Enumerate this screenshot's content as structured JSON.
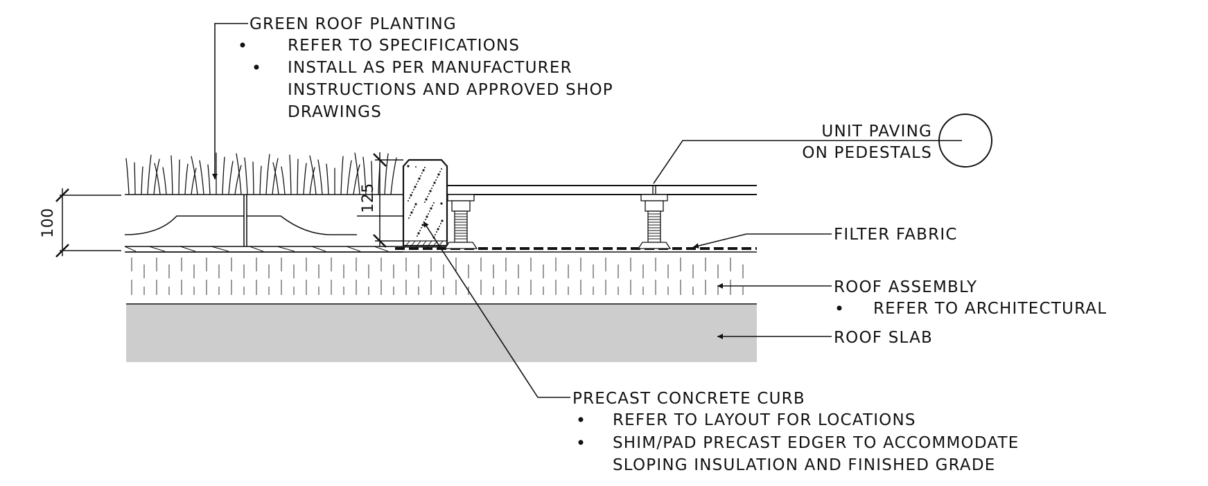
{
  "notes": {
    "green_roof": {
      "title": "GREEN ROOF PLANTING",
      "bullets": [
        "REFER TO SPECIFICATIONS",
        "INSTALL AS PER MANUFACTURER",
        "INSTRUCTIONS AND APPROVED SHOP",
        "DRAWINGS"
      ]
    },
    "unit_paving": {
      "line1": "UNIT PAVING",
      "line2": "ON PEDESTALS"
    },
    "filter_fabric": {
      "title": "FILTER FABRIC"
    },
    "roof_assembly": {
      "title": "ROOF ASSEMBLY",
      "bullets": [
        "REFER TO ARCHITECTURAL"
      ]
    },
    "roof_slab": {
      "title": "ROOF SLAB"
    },
    "precast_curb": {
      "title": "PRECAST CONCRETE CURB",
      "bullets": [
        "REFER TO LAYOUT FOR LOCATIONS",
        "SHIM/PAD PRECAST EDGER TO ACCOMMODATE",
        "SLOPING INSULATION AND FINISHED GRADE"
      ]
    }
  },
  "dimensions": {
    "tray_depth": "100",
    "curb_height": "125"
  },
  "colors": {
    "line": "#111111",
    "slab_fill": "#cdcdcd",
    "background": "#ffffff"
  }
}
